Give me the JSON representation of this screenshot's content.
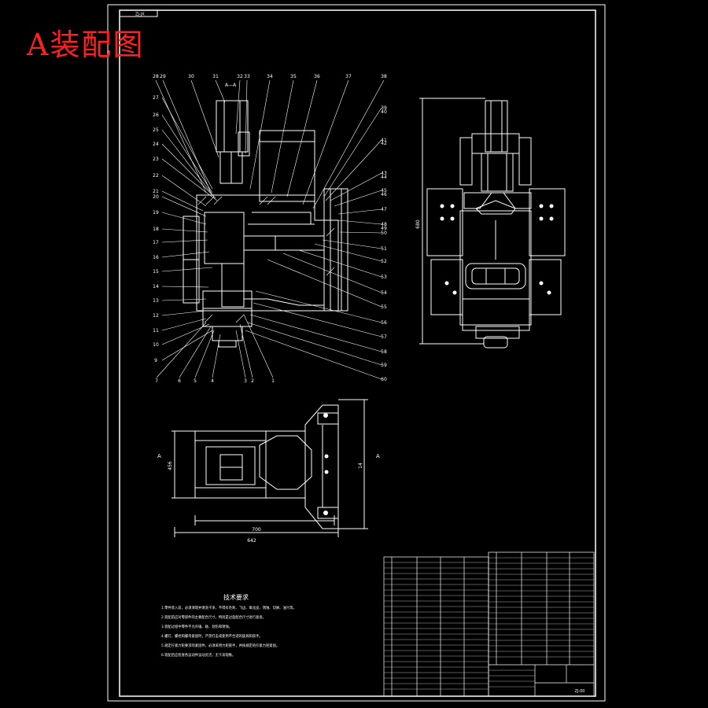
{
  "drawing": {
    "title": "A装配图",
    "corner_code": "ZJ-JX",
    "section_label": "A—A",
    "view_label_left": "A",
    "view_label_right": "A",
    "tech_req_title": "技术要求",
    "tech_req_lines": [
      "1.零件装入前，必须清理并清洗干净，不得有毛刺、飞边、氧化皮、锈蚀、切屑、油污等。",
      "2.装配前应对零部件的主要配合尺寸，特别是过盈配合尺寸进行复查。",
      "3.装配过程中零件不允许磕、碰、划伤和锈蚀。",
      "4.螺钉、螺栓和螺母紧固时，严禁打击或使用不合适的旋具和扳手。",
      "5.规定拧紧力矩要求的紧固件，必须采用力矩扳手，并按规定的拧紧力矩紧固。",
      "6.装配后应检查各运动件运动灵活，无卡滞现象。"
    ],
    "dims": {
      "width_total": "700",
      "width_inner": "642",
      "height_side": "680",
      "height_plan": "456",
      "height_right": "14"
    },
    "drawing_number": "ZJ-00",
    "colors": {
      "line": "#ffffff",
      "title": "#ff2020",
      "background": "#000000"
    }
  },
  "callouts_top": [
    "28",
    "29",
    "30",
    "31",
    "32",
    "33",
    "34",
    "35",
    "36",
    "37",
    "38"
  ],
  "callouts_left": [
    "27",
    "26",
    "25",
    "24",
    "23",
    "22",
    "21",
    "20",
    "19",
    "18",
    "17",
    "16",
    "15",
    "14",
    "13",
    "12",
    "11",
    "10",
    "9"
  ],
  "callouts_bottom": [
    "7",
    "6",
    "5",
    "4",
    "3",
    "2",
    "1"
  ],
  "callouts_right": [
    "39",
    "40",
    "41",
    "42",
    "43",
    "44",
    "45",
    "46",
    "47",
    "48",
    "49",
    "50",
    "51",
    "52",
    "53",
    "54",
    "55",
    "56",
    "57",
    "58",
    "59",
    "60"
  ]
}
